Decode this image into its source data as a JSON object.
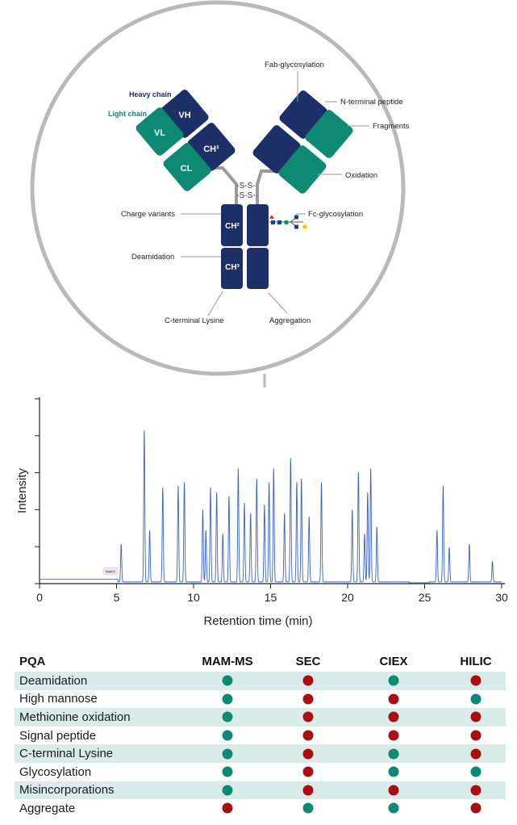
{
  "diagram": {
    "domains": {
      "vh": "VH",
      "vl": "VL",
      "ch1": "CH¹",
      "cl": "CL",
      "ch2": "CH²",
      "ch3": "CH³"
    },
    "chain_labels": {
      "heavy": "Heavy chain",
      "light": "Light chain"
    },
    "disulfide": [
      "-S-S-",
      "-S-S-"
    ],
    "callouts": {
      "fab_glycosylation": "Fab-glycosylation",
      "n_terminal_peptide": "N-terminal peptide",
      "fragments": "Fragments",
      "oxidation": "Oxidation",
      "charge_variants": "Charge variants",
      "fc_glycosylation": "Fc-glycosylation",
      "deamidation": "Deamidation",
      "c_terminal_lysine": "C-terminal Lysine",
      "aggregation": "Aggregation"
    },
    "colors": {
      "heavy": "#1c2f66",
      "light": "#0e8a72",
      "circle": "#b9b9b9"
    }
  },
  "chart_data": {
    "type": "line",
    "xlabel": "Retention time (min)",
    "ylabel": "Intensity",
    "xlim": [
      0,
      30
    ],
    "xticks": [
      0,
      5,
      10,
      15,
      20,
      25,
      30
    ],
    "marker_label": "Matrix",
    "baseline": 0.025,
    "peaks": [
      [
        5.3,
        0.22
      ],
      [
        6.8,
        0.88
      ],
      [
        7.15,
        0.3
      ],
      [
        8.0,
        0.55
      ],
      [
        9.0,
        0.56
      ],
      [
        9.4,
        0.58
      ],
      [
        10.6,
        0.42
      ],
      [
        10.8,
        0.3
      ],
      [
        11.1,
        0.55
      ],
      [
        11.5,
        0.52
      ],
      [
        11.9,
        0.28
      ],
      [
        12.3,
        0.5
      ],
      [
        12.9,
        0.66
      ],
      [
        13.3,
        0.46
      ],
      [
        13.7,
        0.4
      ],
      [
        14.1,
        0.6
      ],
      [
        14.6,
        0.45
      ],
      [
        14.9,
        0.58
      ],
      [
        15.2,
        0.66
      ],
      [
        15.9,
        0.4
      ],
      [
        16.3,
        0.72
      ],
      [
        16.7,
        0.58
      ],
      [
        17.0,
        0.6
      ],
      [
        17.5,
        0.38
      ],
      [
        18.3,
        0.58
      ],
      [
        20.3,
        0.42
      ],
      [
        20.7,
        0.64
      ],
      [
        21.1,
        0.28
      ],
      [
        21.3,
        0.52
      ],
      [
        21.5,
        0.66
      ],
      [
        21.9,
        0.32
      ],
      [
        25.8,
        0.3
      ],
      [
        26.2,
        0.56
      ],
      [
        26.6,
        0.2
      ],
      [
        27.9,
        0.22
      ],
      [
        29.4,
        0.12
      ]
    ],
    "line_color": "#3a62bd"
  },
  "table": {
    "headers": [
      "PQA",
      "MAM-MS",
      "SEC",
      "CIEX",
      "HILIC"
    ],
    "legend_colors": {
      "yes": "#0e8a72",
      "no": "#a80f13"
    },
    "rows": [
      {
        "pqa": "Deamidation",
        "values": [
          "yes",
          "no",
          "yes",
          "no"
        ]
      },
      {
        "pqa": "High mannose",
        "values": [
          "yes",
          "no",
          "no",
          "yes"
        ]
      },
      {
        "pqa": "Methionine oxidation",
        "values": [
          "yes",
          "no",
          "no",
          "no"
        ]
      },
      {
        "pqa": "Signal peptide",
        "values": [
          "yes",
          "no",
          "no",
          "no"
        ]
      },
      {
        "pqa": "C-terminal Lysine",
        "values": [
          "yes",
          "no",
          "yes",
          "no"
        ]
      },
      {
        "pqa": "Glycosylation",
        "values": [
          "yes",
          "no",
          "yes",
          "yes"
        ]
      },
      {
        "pqa": "Misincorporations",
        "values": [
          "yes",
          "no",
          "no",
          "no"
        ]
      },
      {
        "pqa": "Aggregate",
        "values": [
          "no",
          "yes",
          "yes",
          "no"
        ]
      }
    ]
  }
}
